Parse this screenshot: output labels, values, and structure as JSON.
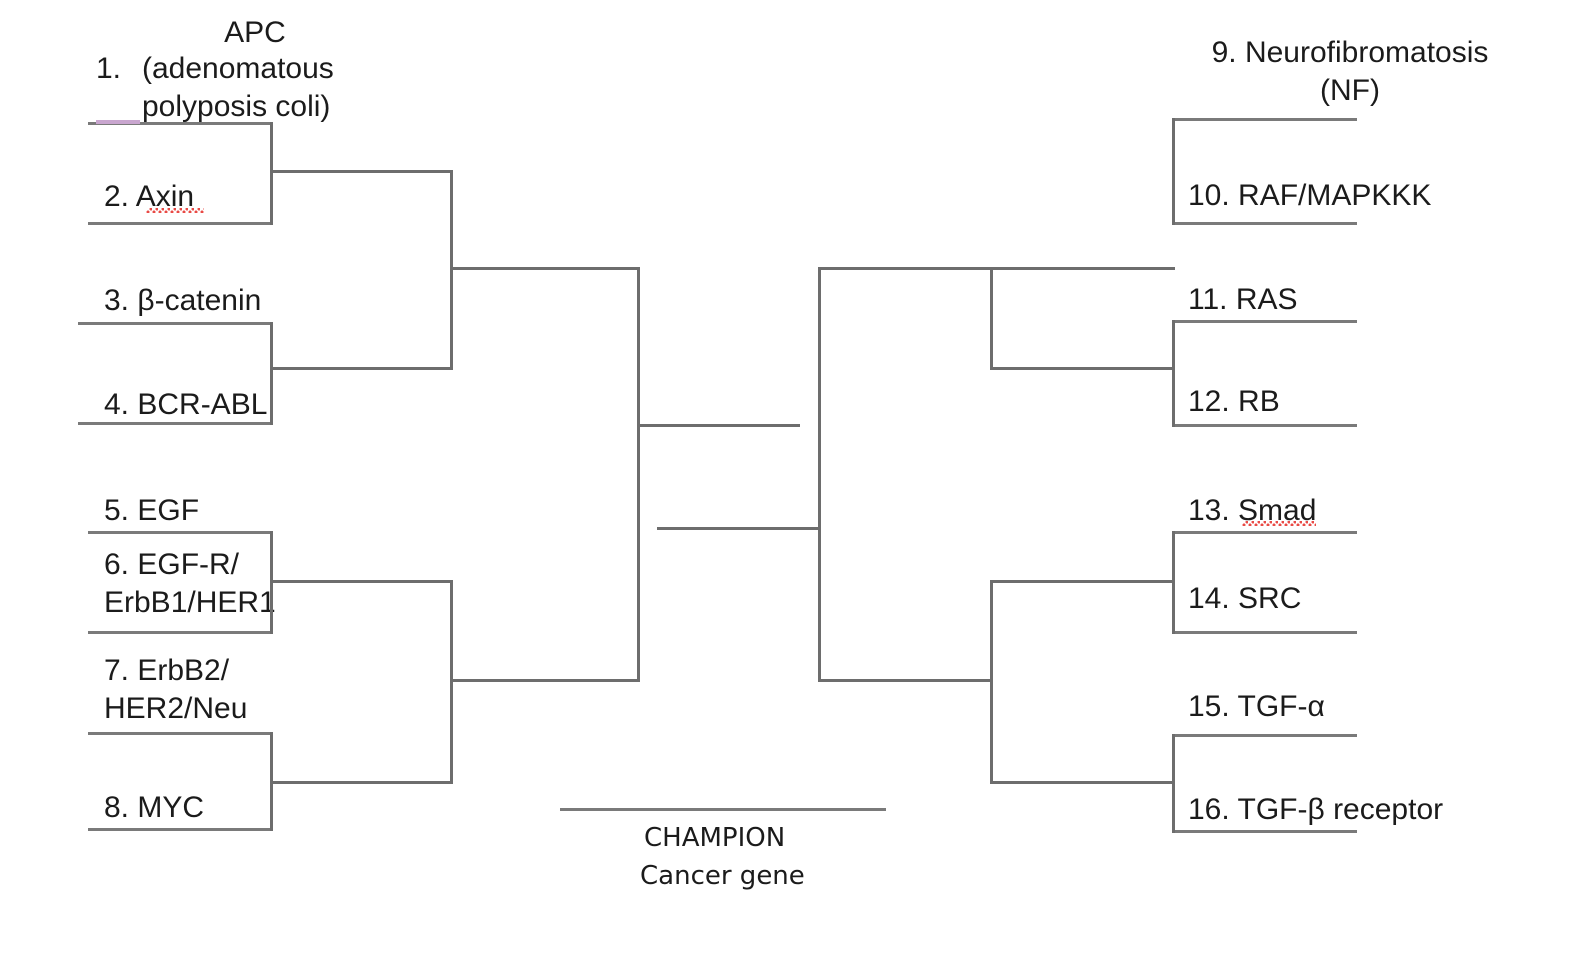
{
  "diagram": {
    "type": "single-elimination-bracket",
    "title_text": "",
    "slot_count": 16,
    "line_color": "#6d6d6d",
    "text_color": "#1b1b1b",
    "highlight_color": "#c9a6cf",
    "spellcheck_color": "#e8413c"
  },
  "left_slots": [
    {
      "num": "1.",
      "name": "APC\n(adenomatous\npolyposis coli)"
    },
    {
      "num": "2.",
      "name": "Axin"
    },
    {
      "num": "3.",
      "name": "β-catenin"
    },
    {
      "num": "4.",
      "name": "BCR-ABL"
    },
    {
      "num": "5.",
      "name": "EGF"
    },
    {
      "num": "6.",
      "name": "EGF-R/\nErbB1/HER1"
    },
    {
      "num": "7.",
      "name": "ErbB2/\nHER2/Neu"
    },
    {
      "num": "8.",
      "name": "MYC"
    }
  ],
  "right_slots": [
    {
      "num": "9.",
      "name": "Neurofibromatosis\n(NF)"
    },
    {
      "num": "10.",
      "name": "RAF/MAPKKK"
    },
    {
      "num": "11.",
      "name": "RAS"
    },
    {
      "num": "12.",
      "name": "RB"
    },
    {
      "num": "13.",
      "name": "Smad"
    },
    {
      "num": "14.",
      "name": "SRC"
    },
    {
      "num": "15.",
      "name": "TGF-α"
    },
    {
      "num": "16.",
      "name": "TGF-β receptor"
    }
  ],
  "labels": {
    "slot1": "1.   APC\n     (adenomatous\n     polyposis coli)",
    "slot1_top": "APC",
    "slot1_num": "1.",
    "slot1_body": "(adenomatous\npolyposis coli)",
    "slot2": "2. Axin",
    "slot3": "3. β-catenin",
    "slot4": "4. BCR-ABL",
    "slot5": "5. EGF",
    "slot6": "6. EGF-R/\nErbB1/HER1",
    "slot7": "7. ErbB2/\nHER2/Neu",
    "slot8": "8. MYC",
    "slot9": "9. Neurofibromatosis\n(NF)",
    "slot10": "10. RAF/MAPKKK",
    "slot11": "11. RAS",
    "slot12": "12. RB",
    "slot13": "13. Smad",
    "slot14": "14. SRC",
    "slot15": "15. TGF-α",
    "slot16": "16. TGF-β receptor"
  },
  "champion": {
    "line1": "CHAMPION",
    "line2": "Cancer gene"
  }
}
